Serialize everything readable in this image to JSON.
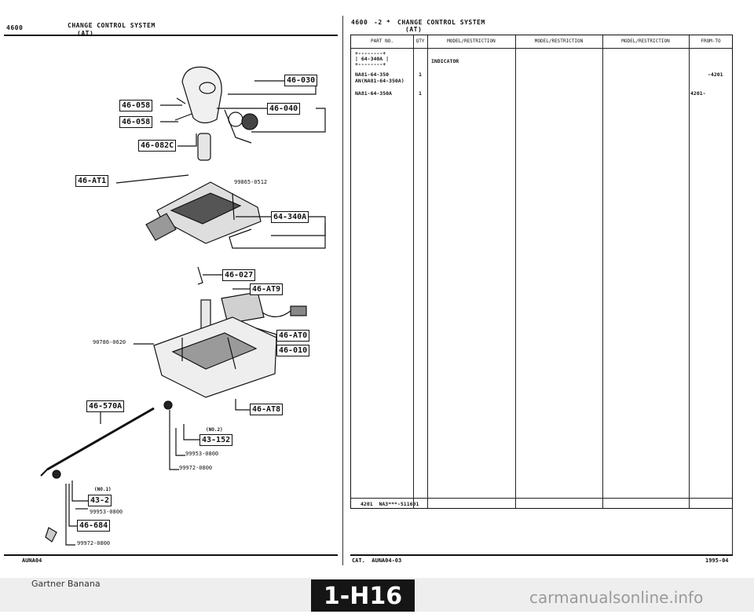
{
  "left_header": {
    "code": "4600",
    "title": "CHANGE CONTROL SYSTEM",
    "sub": "(AT)"
  },
  "right_header": {
    "code": "4600",
    "mark": "-2 *",
    "title": "CHANGE CONTROL SYSTEM",
    "sub": "(AT)"
  },
  "table": {
    "columns": [
      "PART NO.",
      "QTY",
      "MODEL/RESTRICTION",
      "MODEL/RESTRICTION",
      "MODEL/RESTRICTION",
      "FROM-TO"
    ],
    "rows": [
      {
        "part": "+--------+\n| 64-340A |\n+--------+",
        "qty": "",
        "desc": "INDICATOR",
        "fromto": ""
      },
      {
        "part": "NA81-64-350\nAN(NA81-64-350A)",
        "qty": "1",
        "desc": "",
        "fromto": "-4201"
      },
      {
        "part": "NA81-64-350A",
        "qty": "1",
        "desc": "",
        "fromto": "4201-"
      }
    ],
    "note": "4201  NA3***-511601"
  },
  "diagram": {
    "boxes": [
      "46-030",
      "46-058",
      "46-040",
      "46-058",
      "46-082C",
      "46-AT1",
      "64-340A",
      "46-027",
      "46-AT9",
      "46-AT0",
      "46-010",
      "46-570A",
      "46-AT8",
      "43-152",
      "43-2",
      "46-684"
    ],
    "part_numbers": [
      "99865-0512",
      "90786-0620",
      "99953-0800",
      "99972-0800",
      "99953-0800",
      "99972-0800"
    ],
    "notes": [
      "(NO.2)",
      "(NO.1)"
    ]
  },
  "footer": {
    "left_code": "AUNA04",
    "center_code": "CAT.  AUNA04-03",
    "right_code": "1995-04",
    "page_label": "1-H16",
    "creator": "Gartner Banana",
    "watermark": "carmanualsonline.info"
  }
}
